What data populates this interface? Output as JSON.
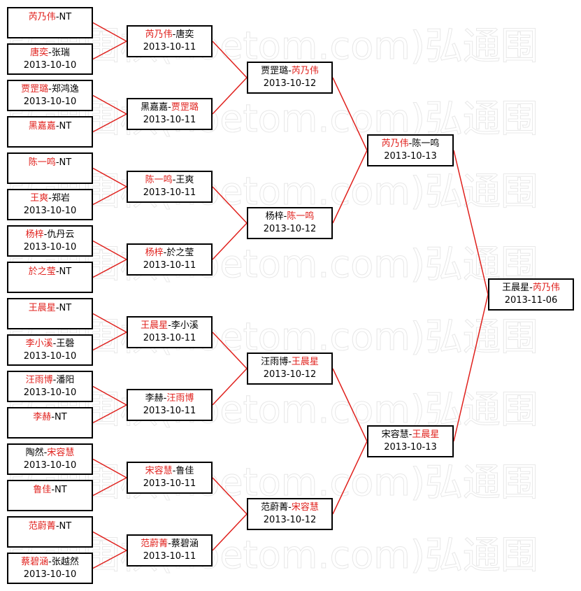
{
  "watermark": "弘通围棋(hoetom.com)弘通围",
  "colors": {
    "winner": "#e0201c",
    "text": "#000000",
    "line": "#e0201c",
    "border": "#000000",
    "watermark": "#e8e8e8"
  },
  "matches": [
    {
      "id": "r1m1",
      "p1": "芮乃伟",
      "p2": "NT",
      "date": "",
      "winner": 1
    },
    {
      "id": "r1m2",
      "p1": "唐奕",
      "p2": "张瑞",
      "date": "2013-10-10",
      "winner": 1
    },
    {
      "id": "r1m3",
      "p1": "贾罡璐",
      "p2": "郑鸿逸",
      "date": "2013-10-10",
      "winner": 1
    },
    {
      "id": "r1m4",
      "p1": "黑嘉嘉",
      "p2": "NT",
      "date": "",
      "winner": 1
    },
    {
      "id": "r1m5",
      "p1": "陈一鸣",
      "p2": "NT",
      "date": "",
      "winner": 1
    },
    {
      "id": "r1m6",
      "p1": "王爽",
      "p2": "郑岩",
      "date": "2013-10-10",
      "winner": 1
    },
    {
      "id": "r1m7",
      "p1": "杨梓",
      "p2": "仇丹云",
      "date": "2013-10-10",
      "winner": 1
    },
    {
      "id": "r1m8",
      "p1": "於之莹",
      "p2": "NT",
      "date": "",
      "winner": 1
    },
    {
      "id": "r1m9",
      "p1": "王晨星",
      "p2": "NT",
      "date": "",
      "winner": 1
    },
    {
      "id": "r1m10",
      "p1": "李小溪",
      "p2": "王磬",
      "date": "2013-10-10",
      "winner": 1
    },
    {
      "id": "r1m11",
      "p1": "汪雨博",
      "p2": "潘阳",
      "date": "2013-10-10",
      "winner": 1
    },
    {
      "id": "r1m12",
      "p1": "李赫",
      "p2": "NT",
      "date": "",
      "winner": 1
    },
    {
      "id": "r1m13",
      "p1": "陶然",
      "p2": "宋容慧",
      "date": "2013-10-10",
      "winner": 2
    },
    {
      "id": "r1m14",
      "p1": "鲁佳",
      "p2": "NT",
      "date": "",
      "winner": 1
    },
    {
      "id": "r1m15",
      "p1": "范蔚菁",
      "p2": "NT",
      "date": "",
      "winner": 1
    },
    {
      "id": "r1m16",
      "p1": "蔡碧涵",
      "p2": "张越然",
      "date": "2013-10-10",
      "winner": 1
    },
    {
      "id": "r2m1",
      "p1": "芮乃伟",
      "p2": "唐奕",
      "date": "2013-10-11",
      "winner": 1
    },
    {
      "id": "r2m2",
      "p1": "黑嘉嘉",
      "p2": "贾罡璐",
      "date": "2013-10-11",
      "winner": 2
    },
    {
      "id": "r2m3",
      "p1": "陈一鸣",
      "p2": "王爽",
      "date": "2013-10-11",
      "winner": 1
    },
    {
      "id": "r2m4",
      "p1": "杨梓",
      "p2": "於之莹",
      "date": "2013-10-11",
      "winner": 1
    },
    {
      "id": "r2m5",
      "p1": "王晨星",
      "p2": "李小溪",
      "date": "2013-10-11",
      "winner": 1
    },
    {
      "id": "r2m6",
      "p1": "李赫",
      "p2": "汪雨博",
      "date": "2013-10-11",
      "winner": 2
    },
    {
      "id": "r2m7",
      "p1": "宋容慧",
      "p2": "鲁佳",
      "date": "2013-10-11",
      "winner": 1
    },
    {
      "id": "r2m8",
      "p1": "范蔚菁",
      "p2": "蔡碧涵",
      "date": "2013-10-11",
      "winner": 1
    },
    {
      "id": "r3m1",
      "p1": "贾罡璐",
      "p2": "芮乃伟",
      "date": "2013-10-12",
      "winner": 2
    },
    {
      "id": "r3m2",
      "p1": "杨梓",
      "p2": "陈一鸣",
      "date": "2013-10-12",
      "winner": 2
    },
    {
      "id": "r3m3",
      "p1": "汪雨博",
      "p2": "王晨星",
      "date": "2013-10-12",
      "winner": 2
    },
    {
      "id": "r3m4",
      "p1": "范蔚菁",
      "p2": "宋容慧",
      "date": "2013-10-12",
      "winner": 2
    },
    {
      "id": "r4m1",
      "p1": "芮乃伟",
      "p2": "陈一鸣",
      "date": "2013-10-13",
      "winner": 1
    },
    {
      "id": "r4m2",
      "p1": "宋容慧",
      "p2": "王晨星",
      "date": "2013-10-13",
      "winner": 2
    },
    {
      "id": "final",
      "p1": "王晨星",
      "p2": "芮乃伟",
      "date": "2013-11-06",
      "winner": 2
    }
  ]
}
